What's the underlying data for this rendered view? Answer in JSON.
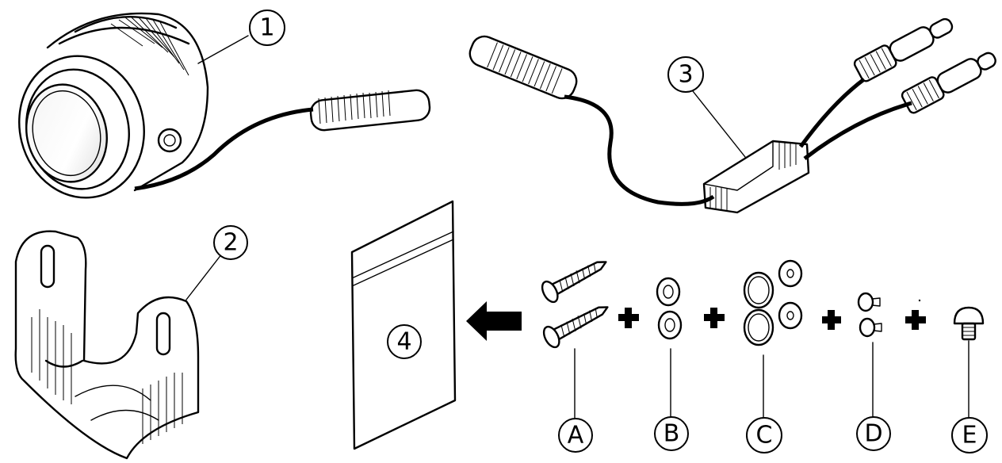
{
  "callouts": {
    "c1": "1",
    "c2": "2",
    "c3": "3",
    "c4": "4",
    "cA": "A",
    "cB": "B",
    "cC": "C",
    "cD": "D",
    "cE": "E"
  },
  "operators": {
    "plus1": "+",
    "plus2": "+",
    "plus3": "+",
    "plus4": "+"
  },
  "colors": {
    "line": "#000000",
    "background": "#ffffff"
  },
  "icons": {
    "arrow": "left-arrow-icon"
  }
}
